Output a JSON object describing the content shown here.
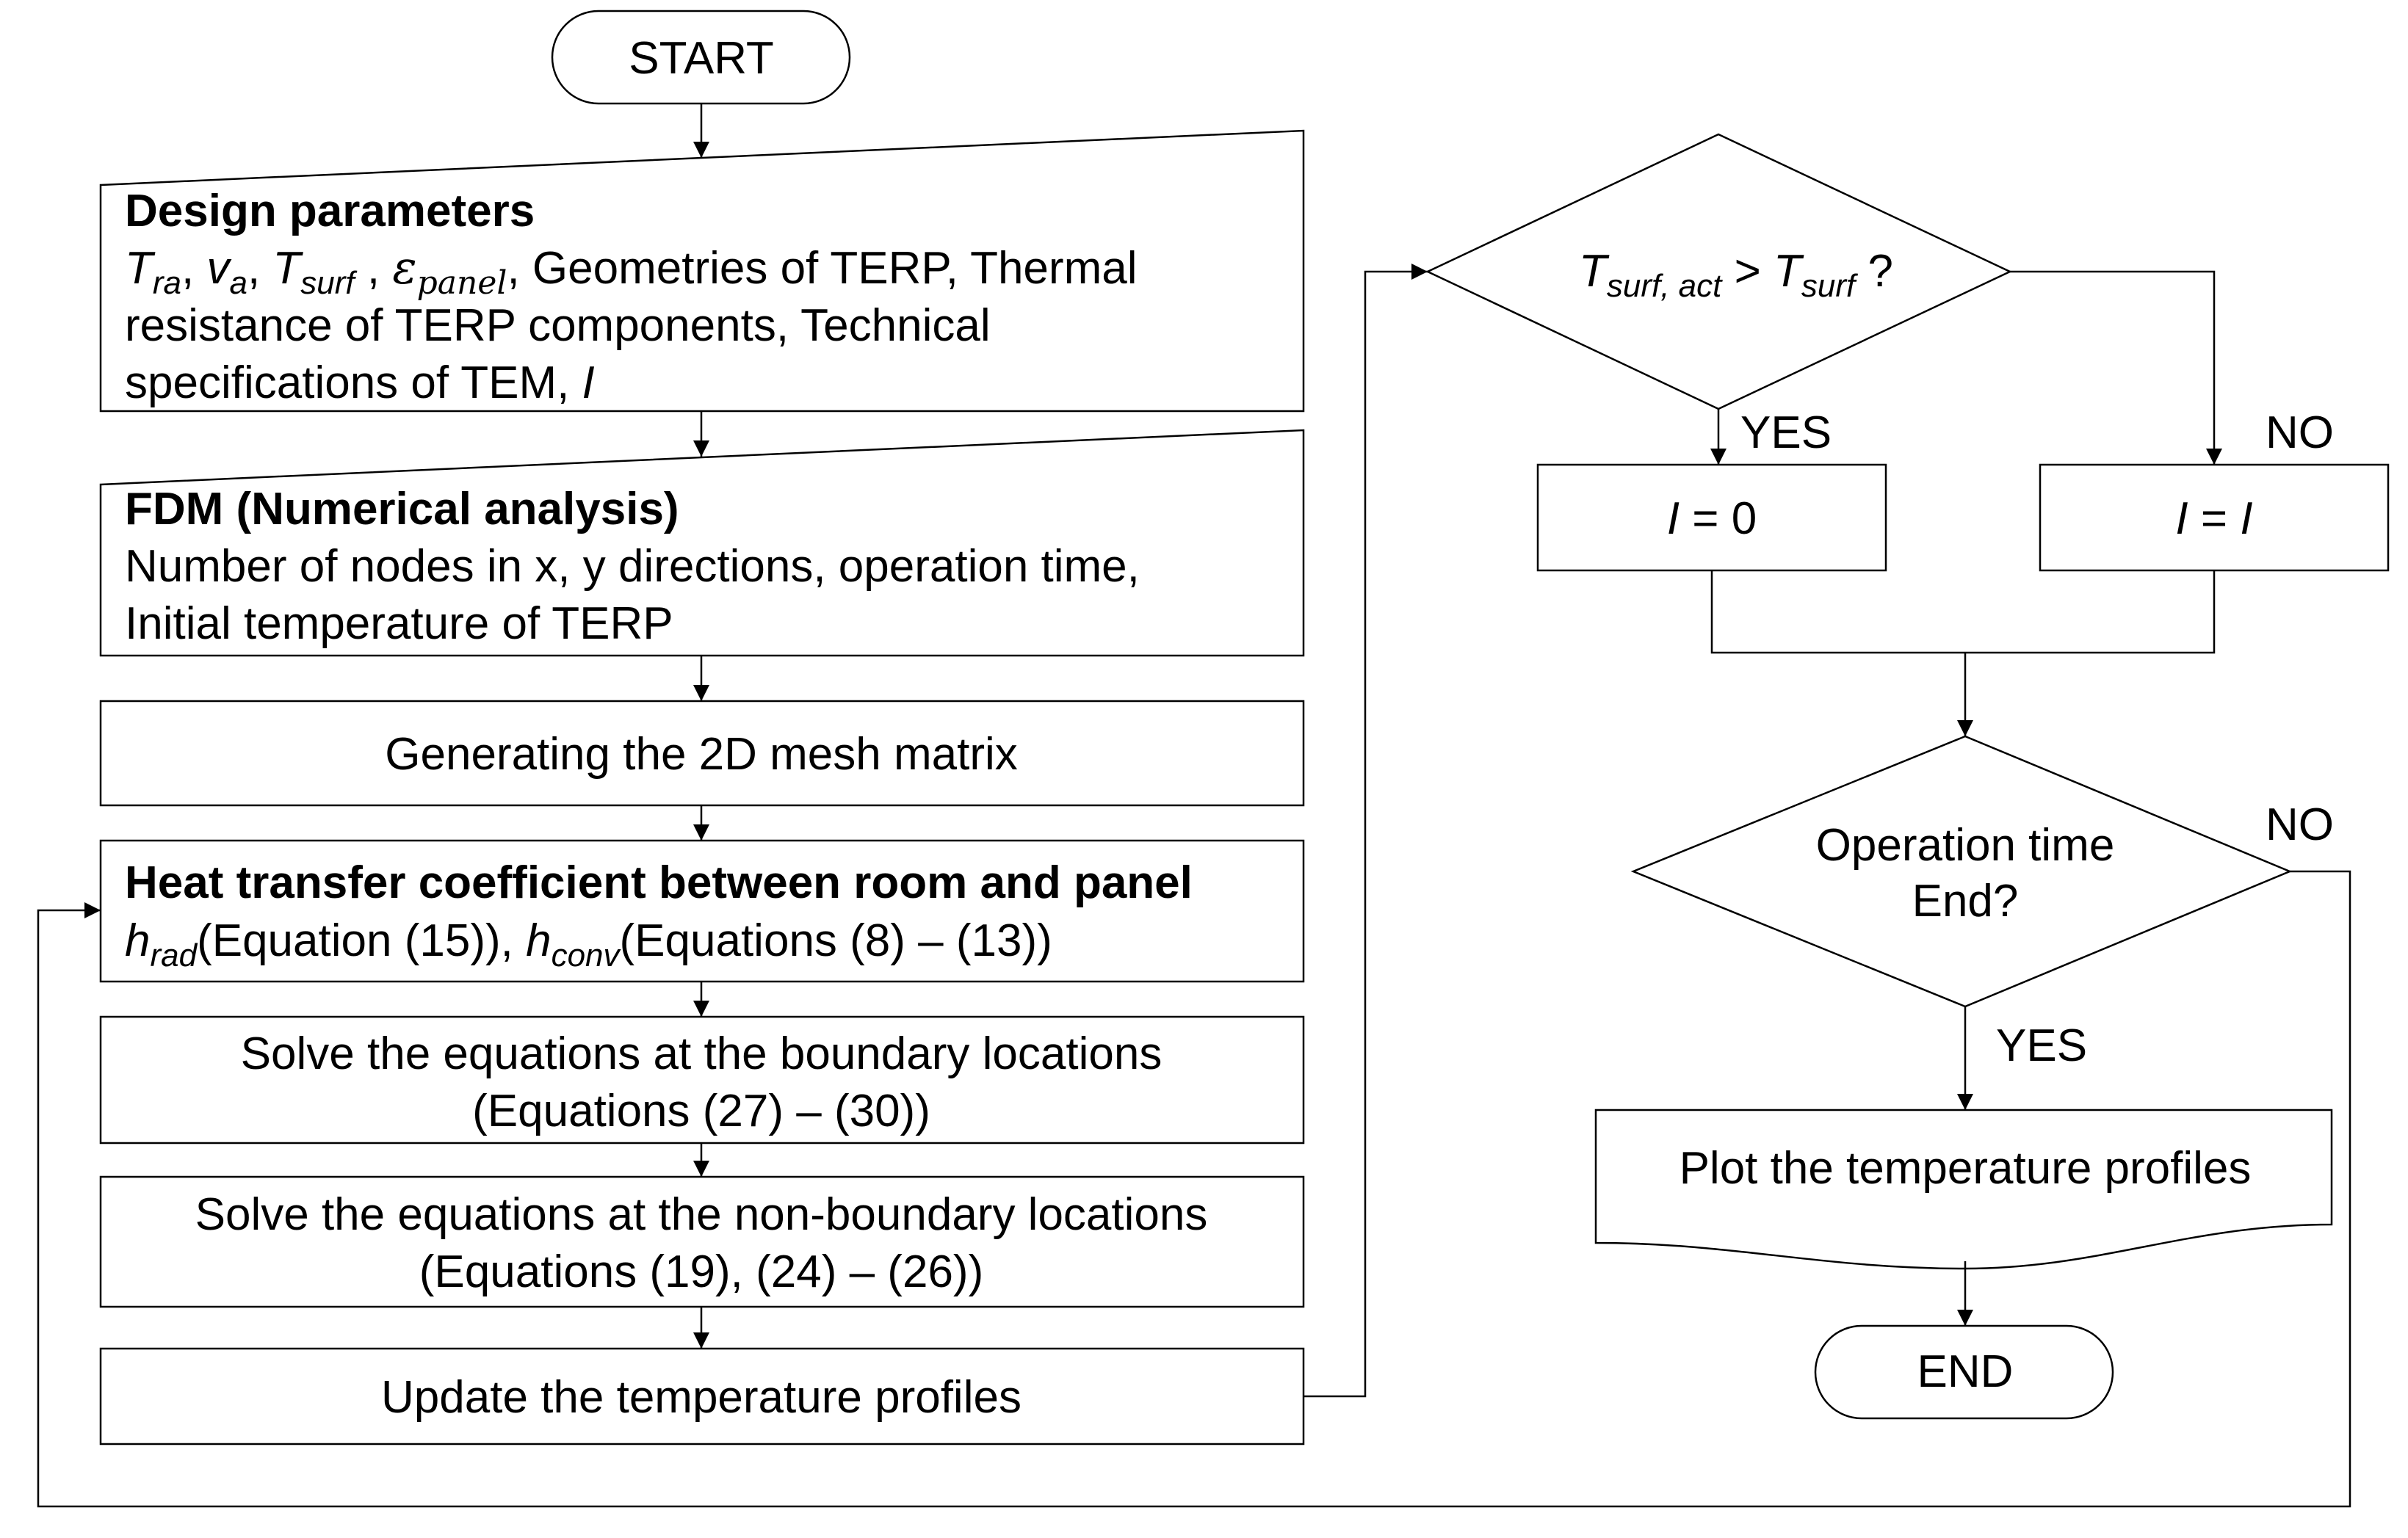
{
  "flowchart": {
    "start": "START",
    "end": "END",
    "design": {
      "title": "Design parameters",
      "t": "T",
      "ra": "ra",
      "v": "v",
      "a": "a",
      "surf": "surf",
      "epsilon": "ε",
      "panel": "panel",
      "line1_rest": "Geometries of TERP, Thermal",
      "line2": "resistance of TERP components, Technical",
      "line3": "specifications of TEM, ",
      "line3_var": "I"
    },
    "fdm": {
      "title": "FDM (Numerical analysis)",
      "line1": "Number of nodes in x, y directions, operation time,",
      "line2": "Initial temperature of TERP"
    },
    "mesh": "Generating the 2D mesh matrix",
    "htc": {
      "title": "Heat transfer coefficient between room and panel",
      "h": "h",
      "rad": "rad",
      "rad_eq": "(Equation (15)), ",
      "conv": "conv",
      "conv_eq": "(Equations (8) – (13))"
    },
    "boundary": {
      "line1": "Solve the equations at the boundary locations",
      "line2": "(Equations (27) – (30))"
    },
    "nonboundary": {
      "line1": "Solve the equations at the non-boundary locations",
      "line2": "(Equations (19), (24) – (26))"
    },
    "update": "Update the temperature profiles",
    "decision1": {
      "t": "T",
      "sub_left": "surf, act",
      "op": " > ",
      "sub_right": "surf",
      "q": " ?"
    },
    "yes": "YES",
    "no": "NO",
    "i_zero": {
      "var": "I",
      "rest": " = 0"
    },
    "i_i": {
      "var": "I",
      "eq": " = ",
      "var2": "I"
    },
    "decision2": {
      "line1": "Operation time",
      "line2": "End?"
    },
    "plot": "Plot the temperature profiles"
  }
}
